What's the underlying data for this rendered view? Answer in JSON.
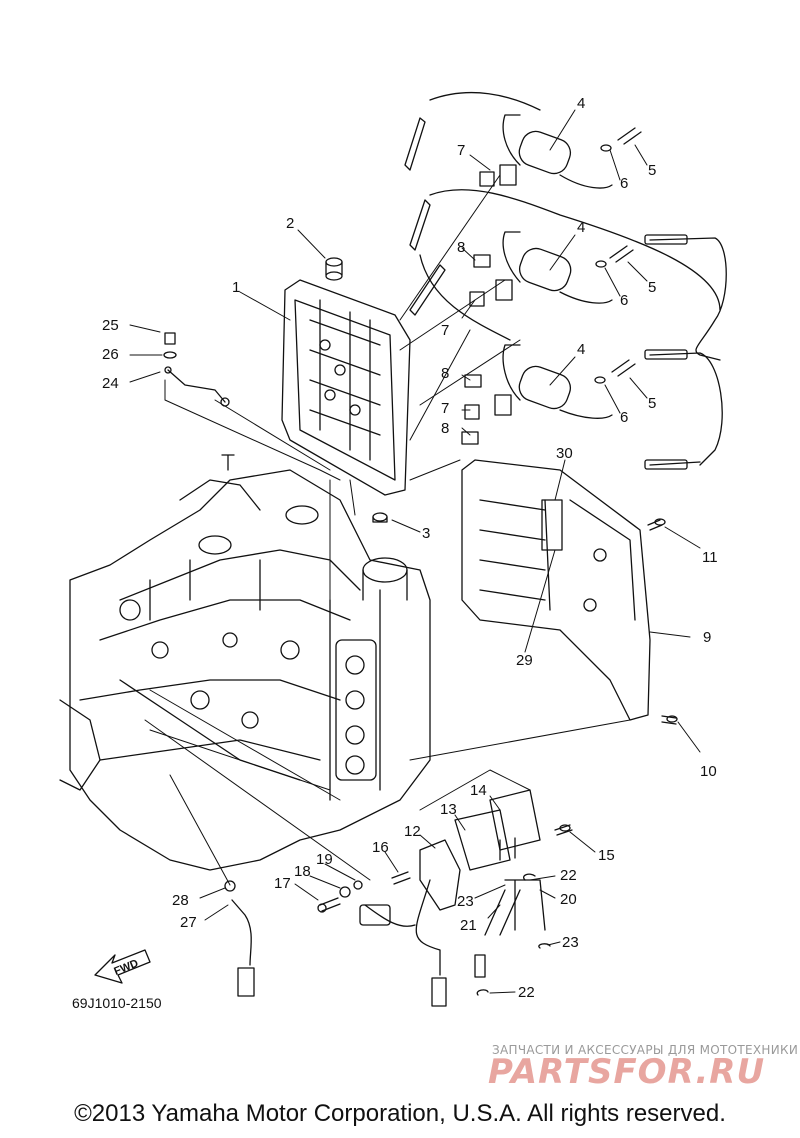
{
  "diagram": {
    "part_code": "69J1010-2150",
    "fwd_label": "FWD",
    "callouts": [
      {
        "id": "c1",
        "text": "1"
      },
      {
        "id": "c2",
        "text": "2"
      },
      {
        "id": "c3",
        "text": "3"
      },
      {
        "id": "c4a",
        "text": "4"
      },
      {
        "id": "c4b",
        "text": "4"
      },
      {
        "id": "c4c",
        "text": "4"
      },
      {
        "id": "c5a",
        "text": "5"
      },
      {
        "id": "c5b",
        "text": "5"
      },
      {
        "id": "c5c",
        "text": "5"
      },
      {
        "id": "c6a",
        "text": "6"
      },
      {
        "id": "c6b",
        "text": "6"
      },
      {
        "id": "c6c",
        "text": "6"
      },
      {
        "id": "c7a",
        "text": "7"
      },
      {
        "id": "c7b",
        "text": "7"
      },
      {
        "id": "c7c",
        "text": "7"
      },
      {
        "id": "c8a",
        "text": "8"
      },
      {
        "id": "c8b",
        "text": "8"
      },
      {
        "id": "c8c",
        "text": "8"
      },
      {
        "id": "c9",
        "text": "9"
      },
      {
        "id": "c10",
        "text": "10"
      },
      {
        "id": "c11",
        "text": "11"
      },
      {
        "id": "c12",
        "text": "12"
      },
      {
        "id": "c13",
        "text": "13"
      },
      {
        "id": "c14",
        "text": "14"
      },
      {
        "id": "c15",
        "text": "15"
      },
      {
        "id": "c16",
        "text": "16"
      },
      {
        "id": "c17",
        "text": "17"
      },
      {
        "id": "c18",
        "text": "18"
      },
      {
        "id": "c19",
        "text": "19"
      },
      {
        "id": "c20",
        "text": "20"
      },
      {
        "id": "c21",
        "text": "21"
      },
      {
        "id": "c22a",
        "text": "22"
      },
      {
        "id": "c22b",
        "text": "22"
      },
      {
        "id": "c23a",
        "text": "23"
      },
      {
        "id": "c23b",
        "text": "23"
      },
      {
        "id": "c24",
        "text": "24"
      },
      {
        "id": "c25",
        "text": "25"
      },
      {
        "id": "c26",
        "text": "26"
      },
      {
        "id": "c27",
        "text": "27"
      },
      {
        "id": "c28",
        "text": "28"
      },
      {
        "id": "c29",
        "text": "29"
      },
      {
        "id": "c30",
        "text": "30"
      }
    ]
  },
  "watermark": {
    "subtitle": "ЗАПЧАСТИ И АКСЕССУАРЫ ДЛЯ МОТОТЕХНИКИ",
    "brand": "PARTSFOR.RU"
  },
  "footer": {
    "copyright": "©2013 Yamaha Motor Corporation, U.S.A. All rights reserved."
  }
}
